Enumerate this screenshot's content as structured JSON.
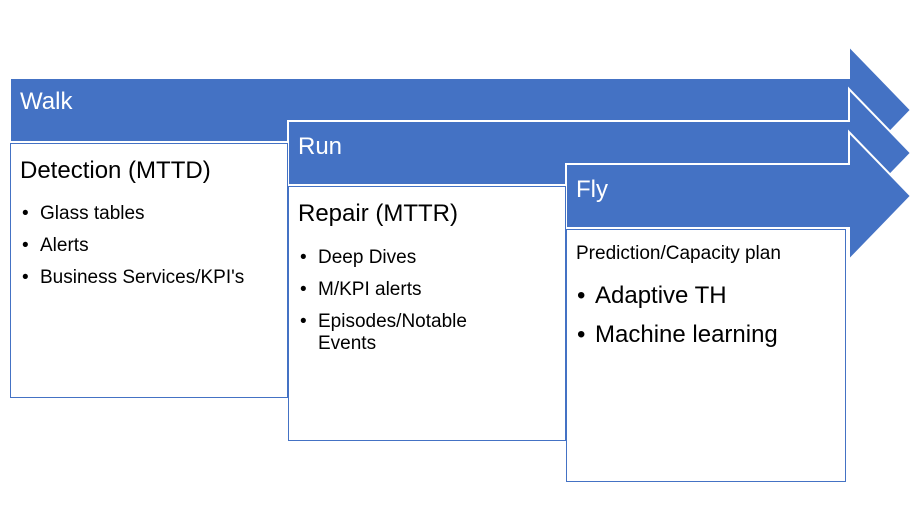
{
  "colors": {
    "accent": "#4472c4",
    "text": "#000000",
    "background": "#ffffff"
  },
  "stages": [
    {
      "label": "Walk",
      "title": "Detection (MTTD)",
      "items": [
        "Glass tables",
        "Alerts",
        "Business Services/KPI's"
      ]
    },
    {
      "label": "Run",
      "title": "Repair (MTTR)",
      "items": [
        "Deep Dives",
        "M/KPI alerts",
        "Episodes/Notable Events"
      ]
    },
    {
      "label": "Fly",
      "title": "Prediction/Capacity plan",
      "items": [
        "Adaptive TH",
        "Machine learning"
      ]
    }
  ],
  "bullet_glyph": "•"
}
